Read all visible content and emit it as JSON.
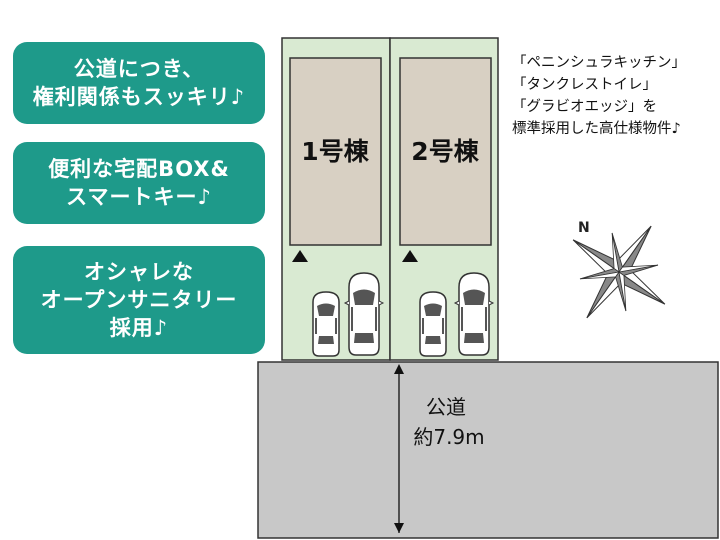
{
  "badges": [
    {
      "lines": [
        "公道につき、",
        "権利関係もスッキリ♪"
      ]
    },
    {
      "lines": [
        "便利な宅配BOX&",
        "スマートキー♪"
      ]
    },
    {
      "lines": [
        "オシャレな",
        "オープンサニタリー",
        "採用♪"
      ]
    }
  ],
  "lots": [
    {
      "label": "1号棟"
    },
    {
      "label": "2号棟"
    }
  ],
  "road": {
    "line1": "公道",
    "line2": "約7.9m"
  },
  "features": [
    "「ペニンシュラキッチン」",
    "「タンクレストイレ」",
    "「グラビオエッジ」を",
    "標準採用した高仕様物件♪"
  ],
  "compass": {
    "label": "N"
  },
  "colors": {
    "badge": "#1e9a8a",
    "lot": "#d9ead2",
    "building": "#d8d0c3",
    "road": "#c8c8c8"
  }
}
